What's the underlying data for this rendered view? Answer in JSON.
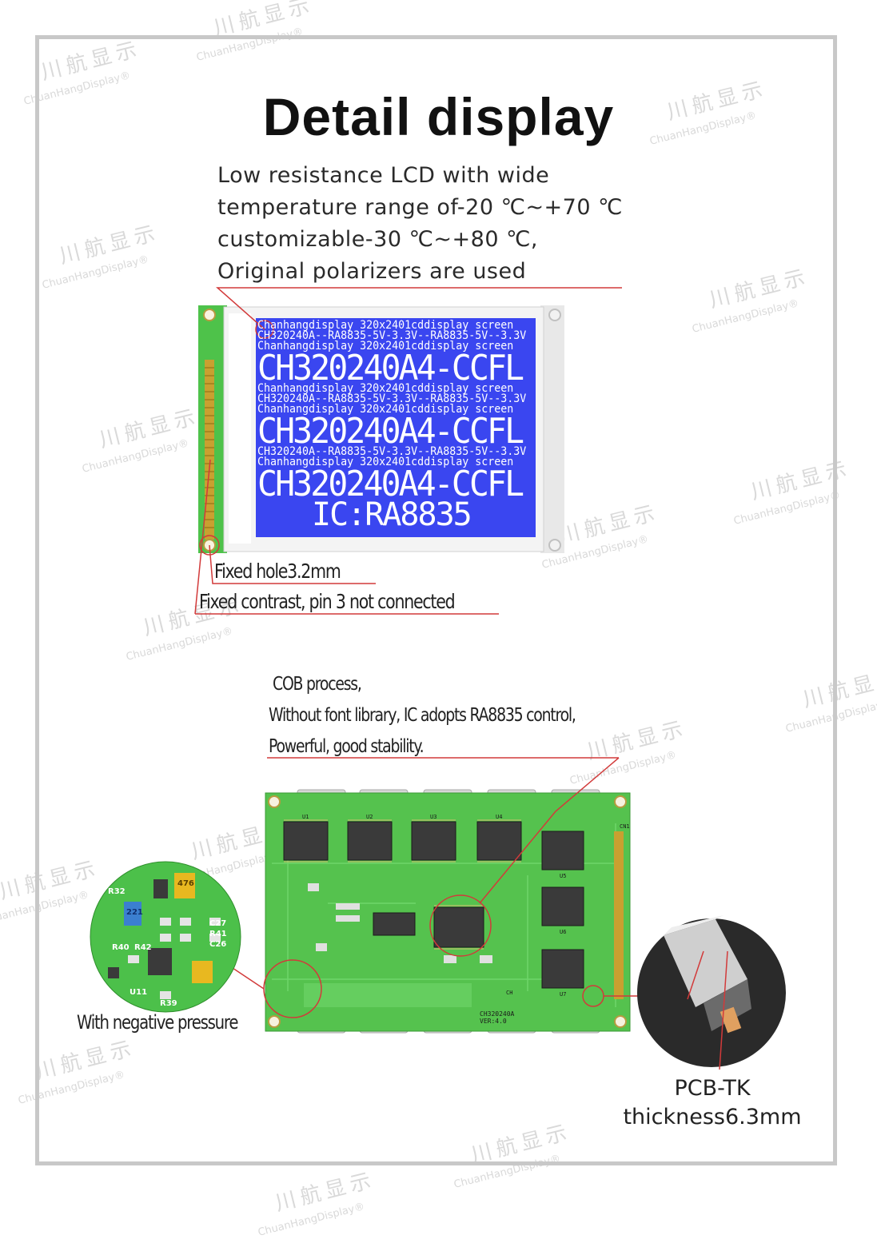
{
  "page": {
    "title": "Detail display",
    "description_lines": [
      "Low resistance LCD with wide",
      "temperature range of-20 ℃~+70 ℃",
      "customizable-30 ℃~+80 ℃,",
      "Original polarizers are used"
    ]
  },
  "lcd_screen": {
    "lines": [
      "Chanhangdisplay 320x2401cddisplay screen",
      "CH320240A--RA8835-5V-3.3V--RA8835-5V--3.3V",
      "Chanhangdisplay 320x2401cddisplay screen",
      "CH320240A4-CCFL",
      "Chanhangdisplay 320x2401cddisplay screen",
      "CH320240A--RA8835-5V-3.3V--RA8835-5V--3.3V",
      "Chanhangdisplay 320x2401cddisplay screen",
      "CH320240A4-CCFL",
      "CH320240A--RA8835-5V-3.3V--RA8835-5V--3.3V",
      "Chanhangdisplay 320x2401cddisplay screen",
      "CH320240A4-CCFL",
      "IC:RA8835"
    ],
    "colors": {
      "screen": "#3a46f0",
      "bezel": "#f2f2f2",
      "pcb": "#4ec24a"
    }
  },
  "annotations": {
    "fixed_hole": "Fixed hole3.2mm",
    "fixed_contrast": "Fixed contrast, pin 3 not connected",
    "cob_lines": [
      "COB process,",
      "Without font library, IC adopts RA8835 control,",
      "Powerful, good stability."
    ],
    "negative_pressure": "With negative pressure",
    "pcb_tk_line1": "PCB-TK",
    "pcb_tk_line2": "thickness6.3mm"
  },
  "pcb": {
    "chip_labels": [
      "U1",
      "U2",
      "U3",
      "U4",
      "U5",
      "U6",
      "U7"
    ],
    "model_label": "CH320240A VER:4.0",
    "connector_label": "CN1",
    "logo": "CH"
  },
  "inset": {
    "component_labels": [
      "R32",
      "C27",
      "R41",
      "C26",
      "R40",
      "R42",
      "U11",
      "R39",
      "221",
      "476"
    ]
  },
  "watermark": {
    "cn": "川航显示",
    "en": "ChuanHangDisplay®"
  }
}
